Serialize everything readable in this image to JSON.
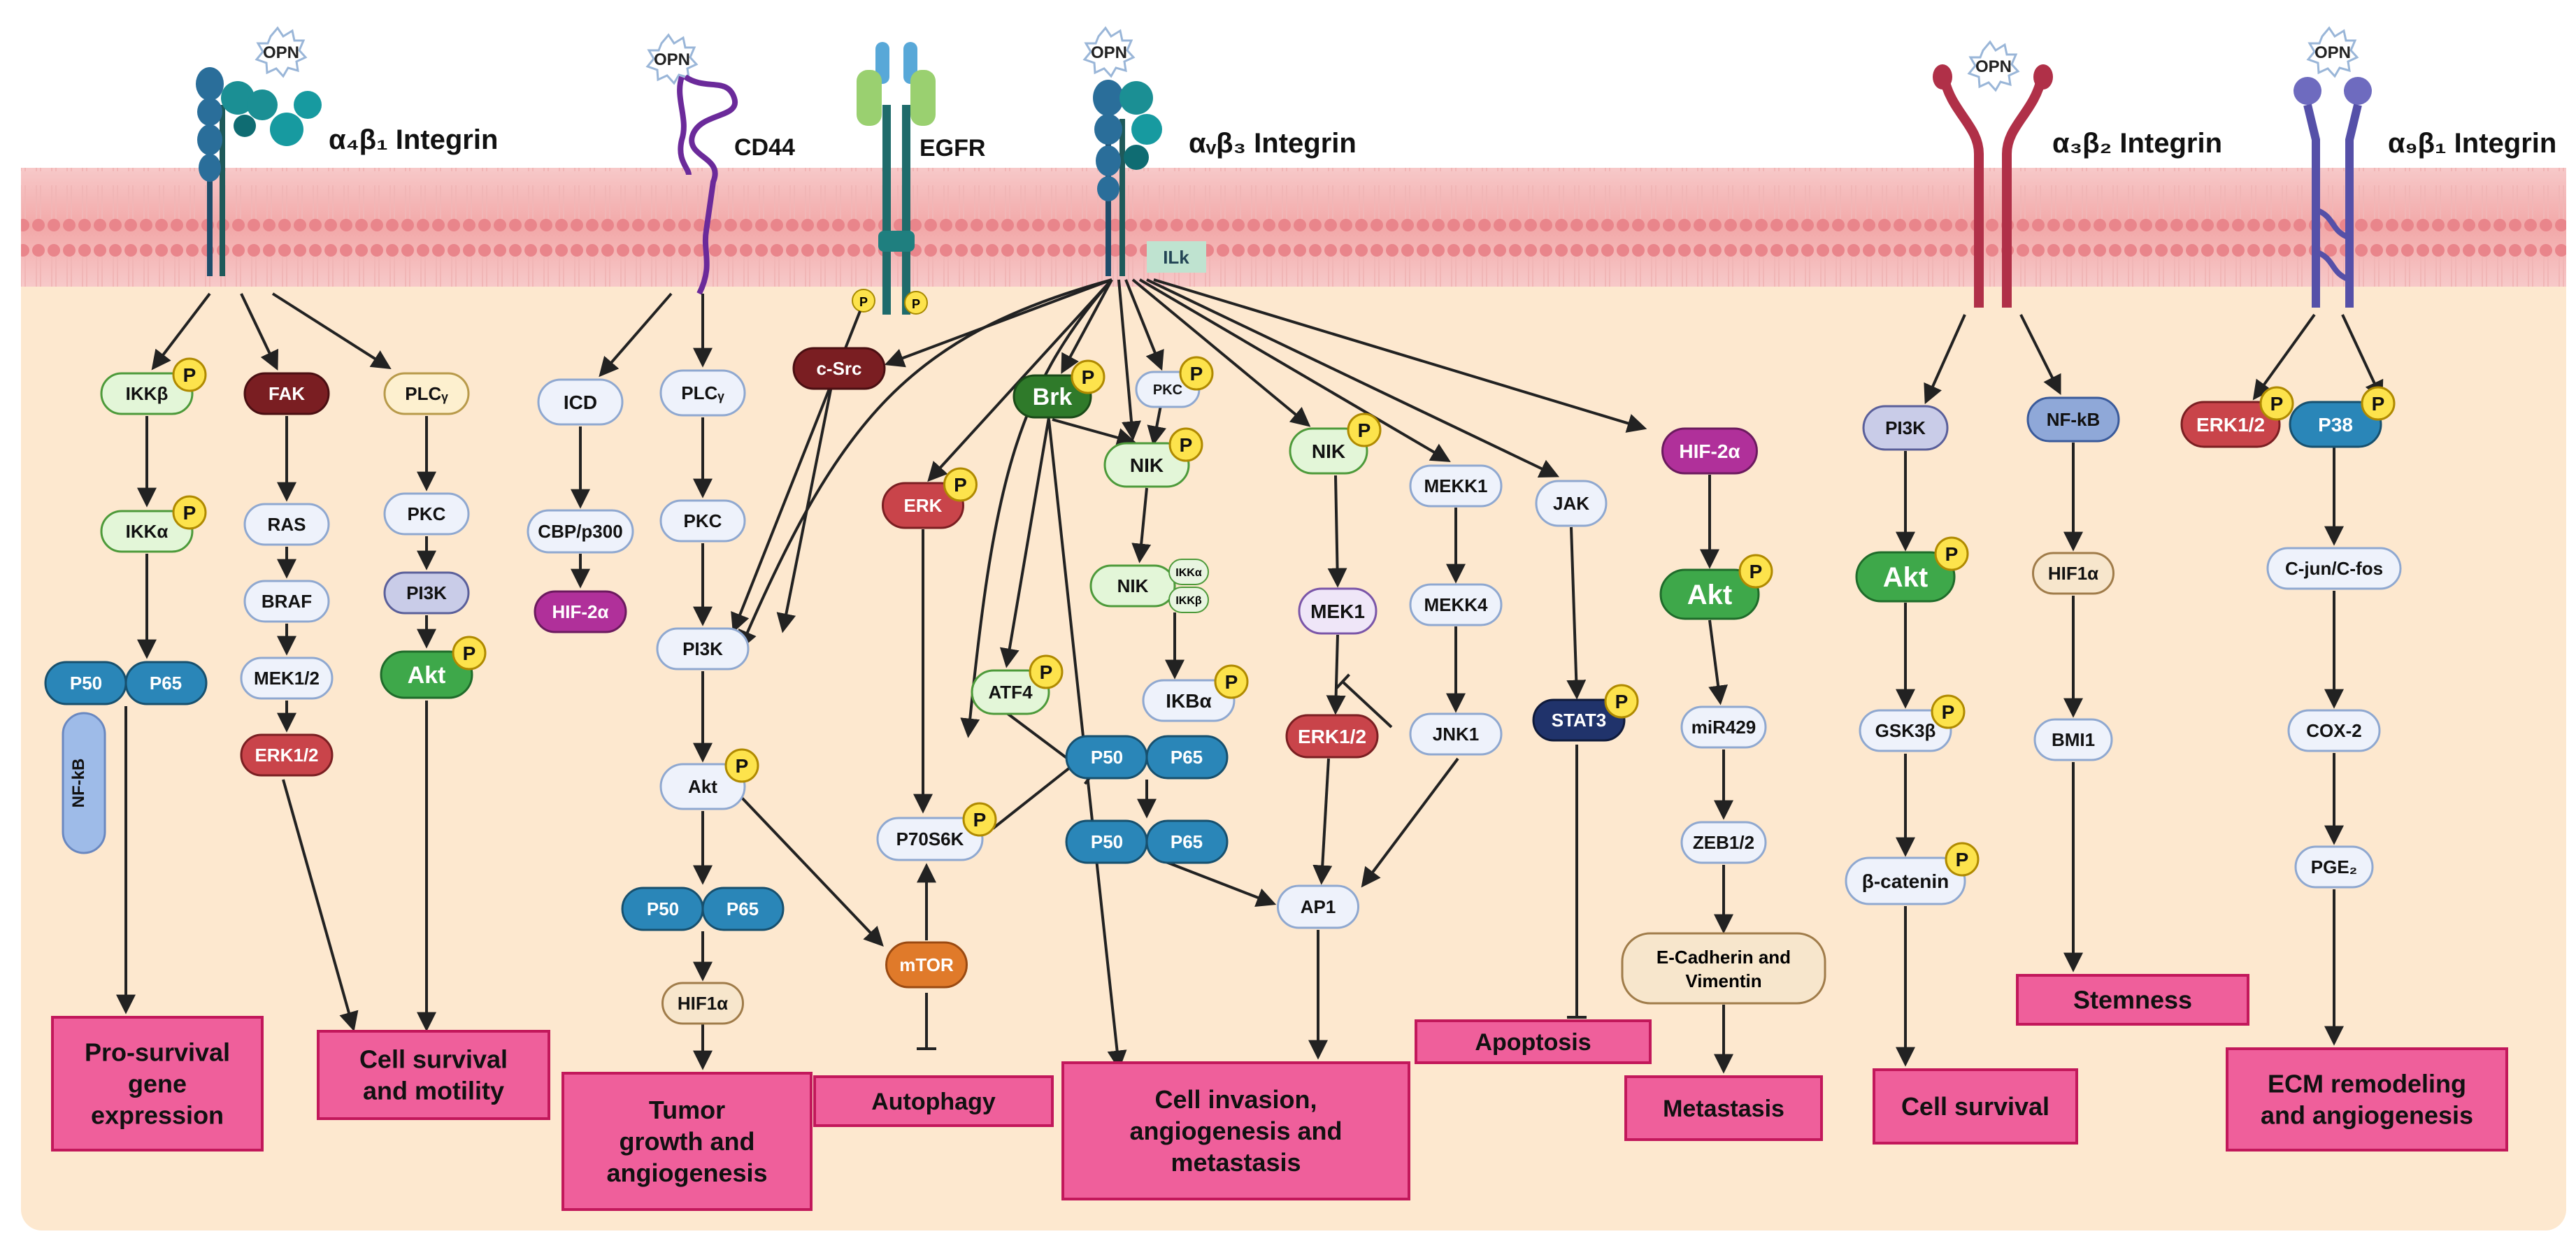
{
  "receptors": {
    "a4b1": "α₄β₁ Integrin",
    "cd44": "CD44",
    "egfr": "EGFR",
    "avb3": "αᵥβ₃ Integrin",
    "a3b2": "α₃β₂ Integrin",
    "a9b1": "α₉β₁ Integrin",
    "ligand": "OPN",
    "ilk": "ILk"
  },
  "colors": {
    "membrane": "#f4b9b9",
    "cytoplasm": "#fde8cf",
    "outcome_fill": "#ef5f9b",
    "outcome_border": "#c2185b",
    "phospho": "#fde34c"
  },
  "nodes": {
    "ikkb": "IKKβ",
    "ikka": "IKKα",
    "p50_1": "P50",
    "p65_1": "P65",
    "nfkb_1": "NF-kB",
    "fak": "FAK",
    "ras": "RAS",
    "braf": "BRAF",
    "mek12": "MEK1/2",
    "erk12_1": "ERK1/2",
    "plcg_1": "PLCᵧ",
    "pkc_1": "PKC",
    "pi3k_1": "PI3K",
    "akt_1": "Akt",
    "icd": "ICD",
    "cbp": "CBP/p300",
    "hif2a_1": "HIF-2α",
    "plcg_2": "PLCᵧ",
    "pkc_2": "PKC",
    "pi3k_2": "PI3K",
    "akt_2": "Akt",
    "p50_2": "P50",
    "p65_2": "P65",
    "hif1a_1": "HIF1α",
    "csrc": "c-Src",
    "erk": "ERK",
    "p70s6k": "P70S6K",
    "mtor": "mTOR",
    "brk": "Brk",
    "pkc_3": "PKC",
    "nik_1": "NIK",
    "nik_2": "NIK",
    "ikka_s": "IKKα",
    "ikkb_s": "IKKβ",
    "atf4": "ATF4",
    "ikba": "IKBα",
    "p50_3": "P50",
    "p65_3": "P65",
    "p50_4": "P50",
    "p65_4": "P65",
    "nik_3": "NIK",
    "mek1": "MEK1",
    "erk12_2": "ERK1/2",
    "ap1": "AP1",
    "mekk1": "MEKK1",
    "mekk4": "MEKK4",
    "jnk1": "JNK1",
    "jak": "JAK",
    "stat3": "STAT3",
    "hif2a_2": "HIF-2α",
    "akt_3": "Akt",
    "mir429": "miR429",
    "zeb12": "ZEB1/2",
    "ecad_1": "E-Cadherin and",
    "ecad_2": "Vimentin",
    "pi3k_3": "PI3K",
    "akt_4": "Akt",
    "gsk3b": "GSK3β",
    "bcat": "β-catenin",
    "nfkb_2": "NF-kB",
    "hif1a_2": "HIF1α",
    "bmi1": "BMI1",
    "erk12_3": "ERK1/2",
    "p38": "P38",
    "cjun": "C-jun/C-fos",
    "cox2": "COX-2",
    "pge2": "PGE₂",
    "p": "P"
  },
  "outcomes": {
    "o1": [
      "Pro-survival",
      "gene",
      "expression"
    ],
    "o2": [
      "Cell survival",
      "and motility"
    ],
    "o3": [
      "Tumor",
      "growth  and",
      "angiogenesis"
    ],
    "o4": [
      "Autophagy"
    ],
    "o5": [
      "Cell invasion,",
      "angiogenesis and",
      "metastasis"
    ],
    "o6": [
      "Apoptosis"
    ],
    "o7": [
      "Metastasis"
    ],
    "o8": [
      "Cell survival"
    ],
    "o9": [
      "Stemness"
    ],
    "o10": [
      "ECM remodeling",
      "and angiogenesis"
    ]
  }
}
